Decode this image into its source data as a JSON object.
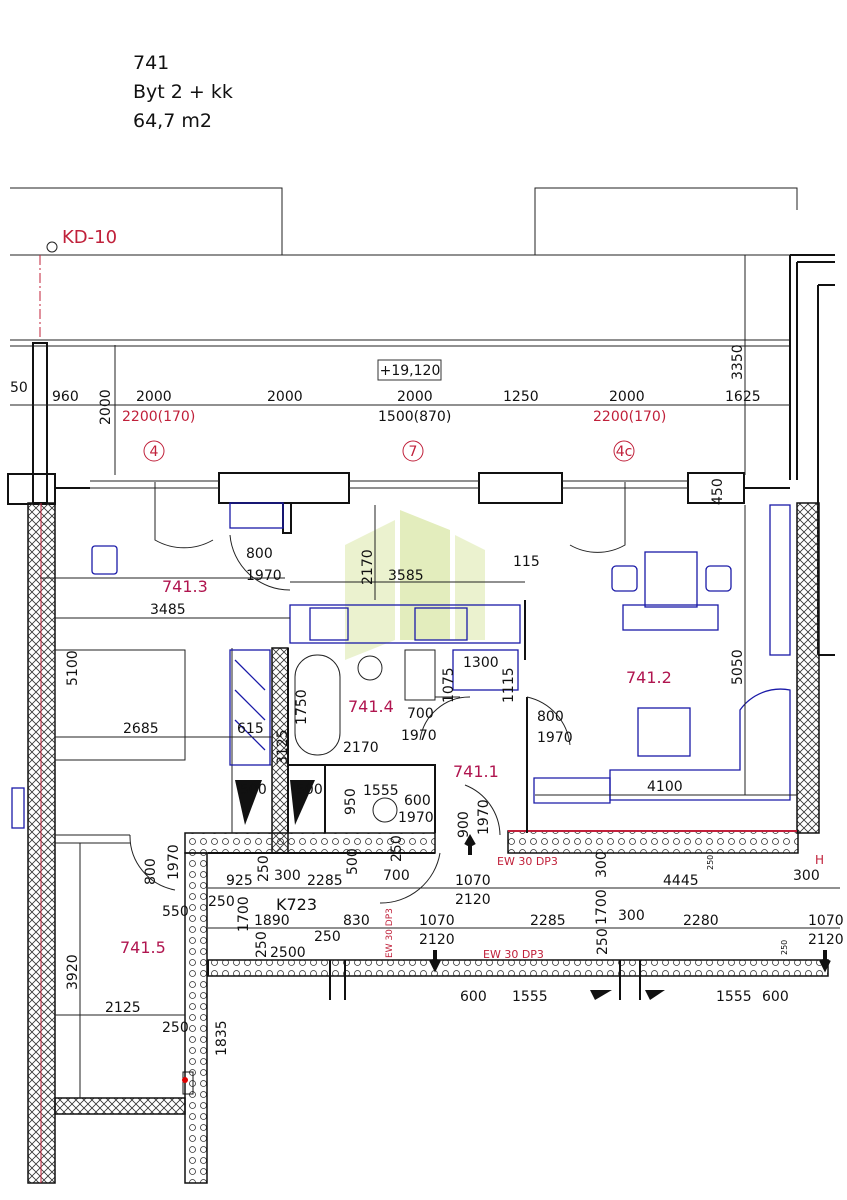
{
  "header": {
    "unit_number": "741",
    "unit_type": "Byt 2 + kk",
    "area": "64,7 m2"
  },
  "axis_label": "KD-10",
  "level": "+19,120",
  "axis_markers": [
    "4",
    "7",
    "4c"
  ],
  "rooms": [
    {
      "id": "741.1"
    },
    {
      "id": "741.2"
    },
    {
      "id": "741.3"
    },
    {
      "id": "741.4"
    },
    {
      "id": "741.5"
    }
  ],
  "corridor": "K723",
  "fire_doors": [
    "EW 30 DP3",
    "EW 30 DP3",
    "EW 30 DP3"
  ],
  "window_dims": {
    "top": [
      "960",
      "2000",
      "2000",
      "2000",
      "1250",
      "2000",
      "1625"
    ],
    "left_edge": "50",
    "heights": [
      "2200(170)",
      "1500(870)",
      "2200(170)"
    ],
    "side": [
      "2000",
      "3350",
      "450"
    ]
  },
  "dimensions": {
    "d1": "800",
    "d2": "1970",
    "d3": "2170",
    "d4": "3585",
    "d5": "115",
    "d6": "3485",
    "d7": "5100",
    "d8": "1300",
    "d9": "1075",
    "d10": "1115",
    "d11": "5050",
    "d12": "2685",
    "d13": "615",
    "d14": "1750",
    "d15": "700",
    "d16": "1970",
    "d17": "800",
    "d18": "1970",
    "d19": "3125",
    "d20": "2170",
    "d21": "1555",
    "d22": "600",
    "d23": "1970",
    "d24": "950",
    "d25": "900",
    "d26": "1970",
    "d27": "4100",
    "d28": "500",
    "d29": "500",
    "d30": "800",
    "d31": "1970",
    "d32": "925",
    "d33": "250",
    "d34": "300",
    "d35": "2285",
    "d36": "500",
    "d37": "250",
    "d38": "700",
    "d39": "1070",
    "d40": "2120",
    "d41": "300",
    "d42": "4445",
    "d43": "300",
    "d44": "550",
    "d45": "250",
    "d46": "1700",
    "d47": "1890",
    "d48": "830",
    "d49": "1070",
    "d50": "2285",
    "d51": "1700",
    "d52": "300",
    "d53": "2280",
    "d54": "1070",
    "d55": "250",
    "d56": "2500",
    "d57": "250",
    "d58": "2120",
    "d59": "250",
    "d60": "3920",
    "d61": "2125",
    "d62": "250",
    "d63": "1835",
    "d64": "600",
    "d65": "1555",
    "d66": "1555",
    "d67": "600",
    "d68": "250",
    "d69": "250",
    "d70": "2120",
    "d71": "H"
  },
  "colors": {
    "room_label": "#b0154f",
    "annotation_red": "#c0203a",
    "furniture_blue": "#1a1aa8",
    "watermark": "#d8e6a0"
  }
}
